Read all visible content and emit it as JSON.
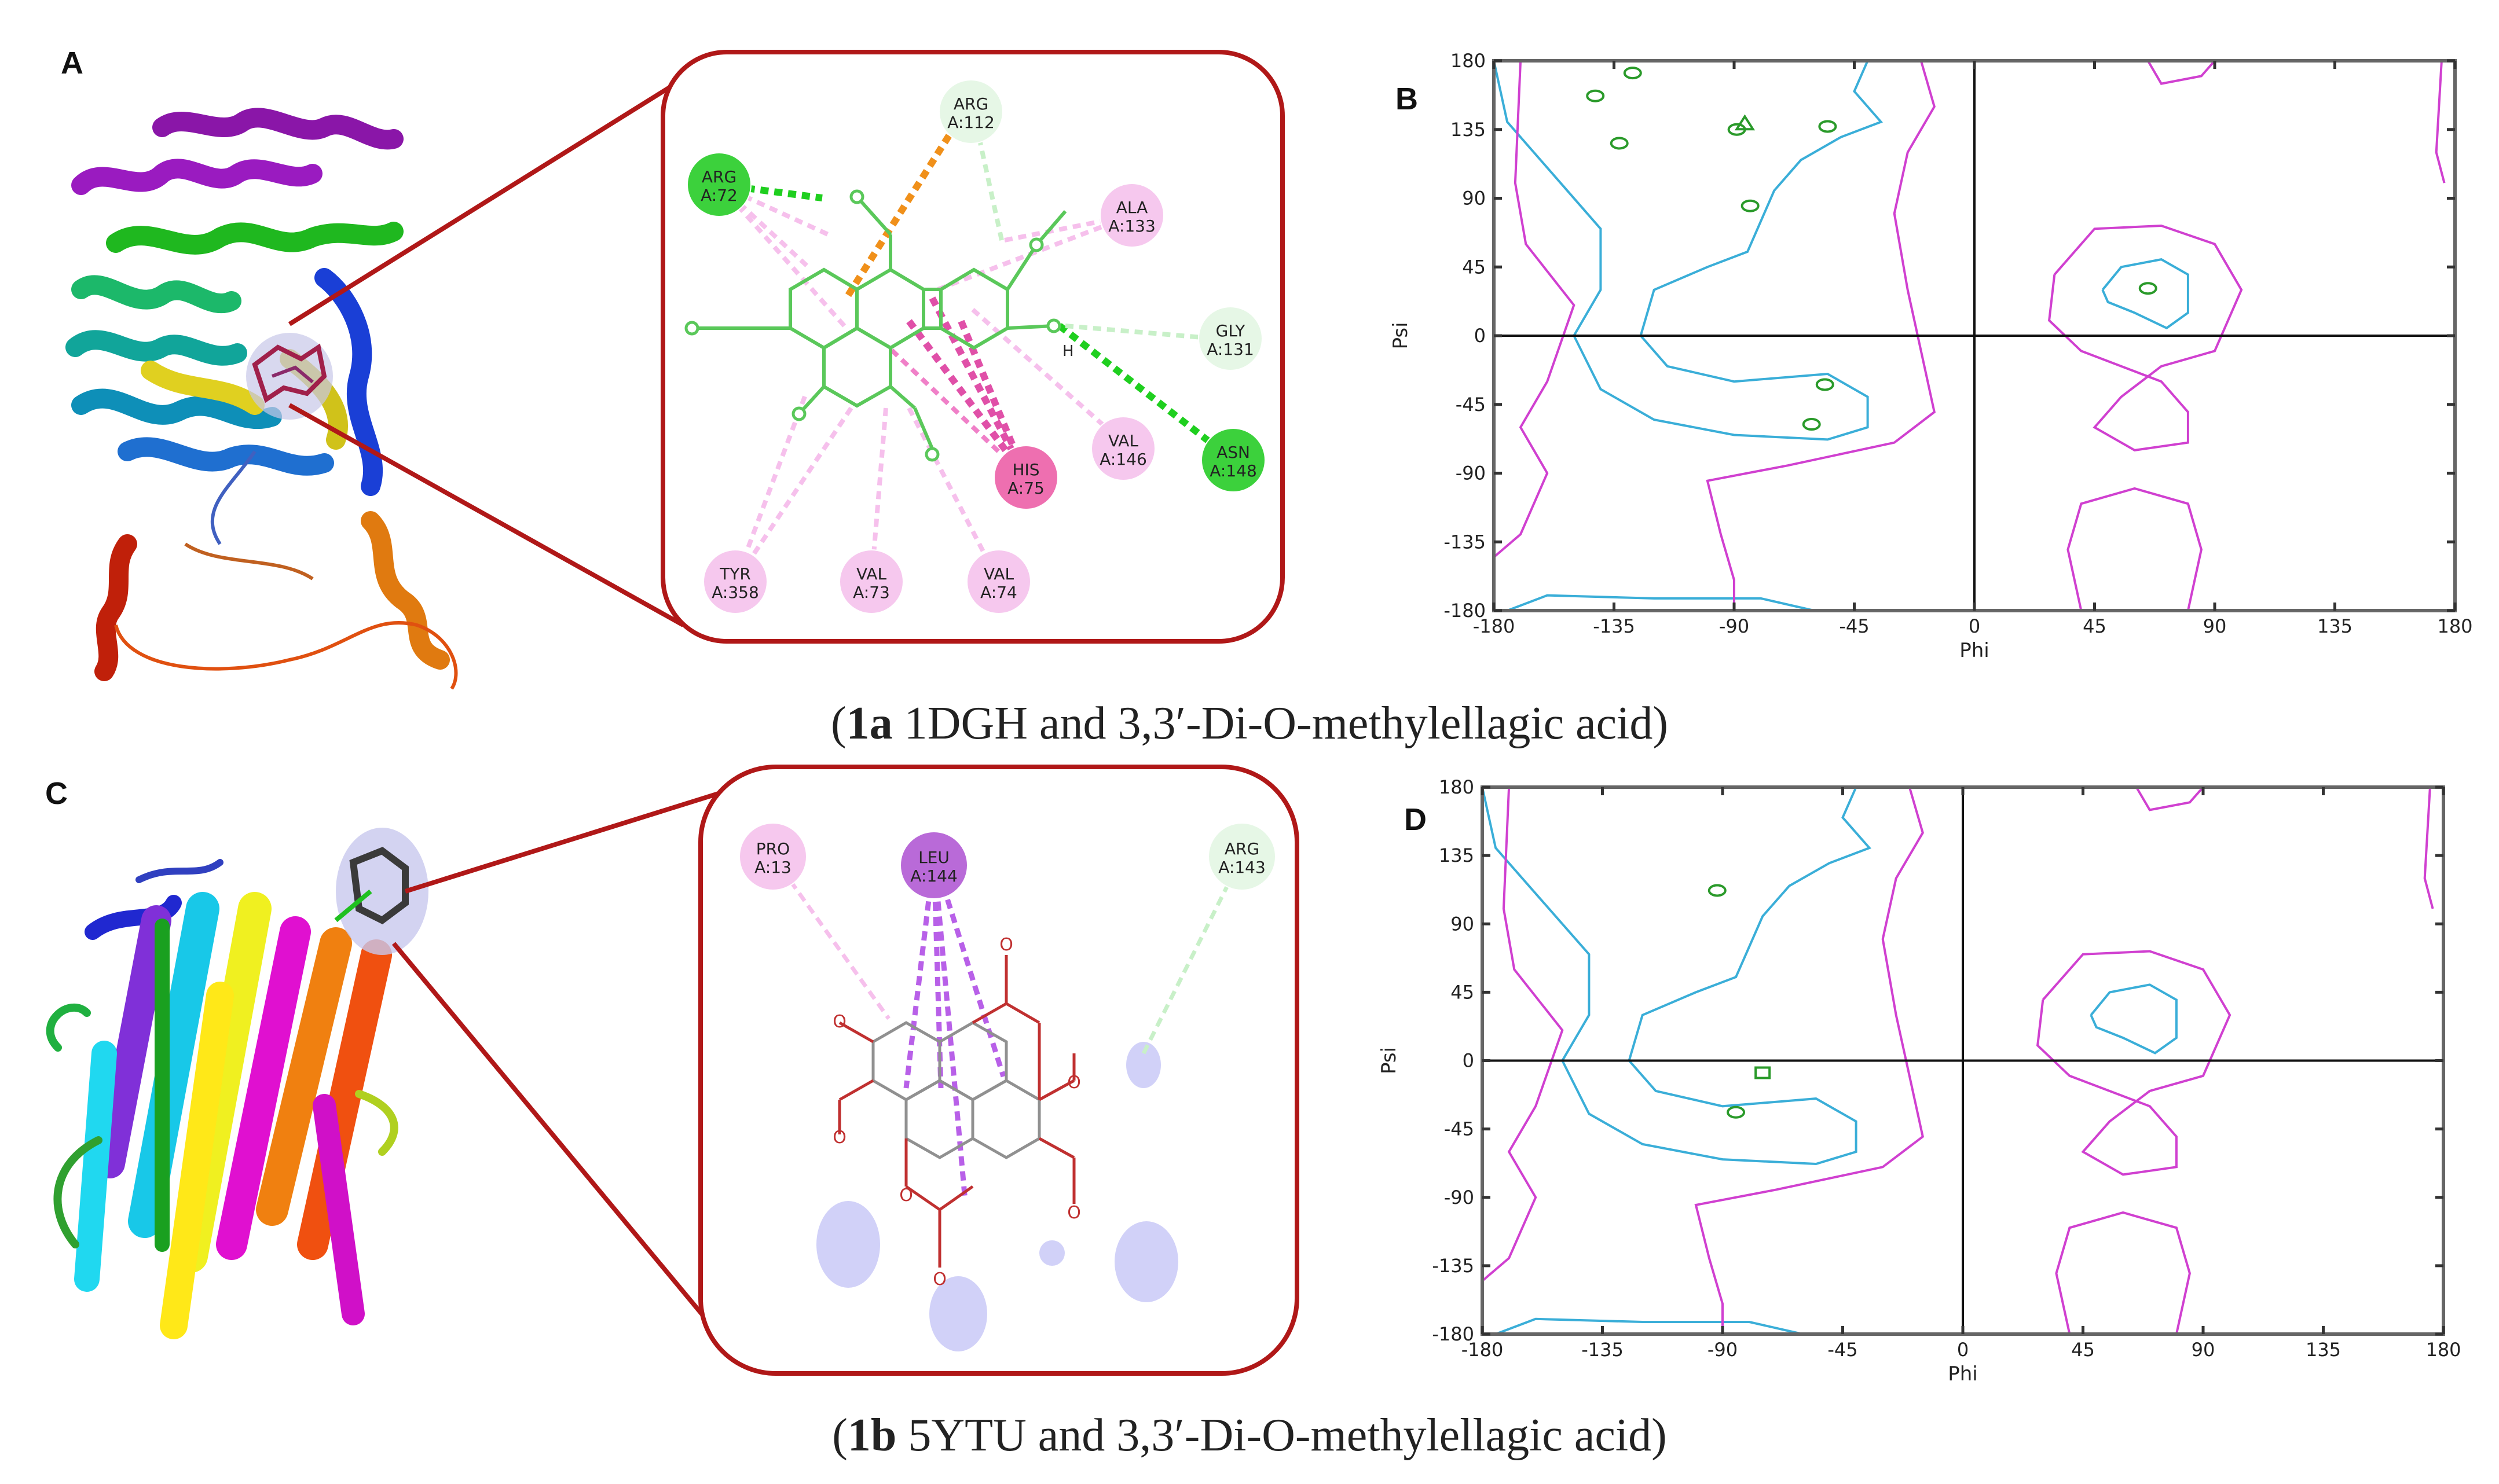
{
  "figure": {
    "captions": [
      {
        "bold": "1a",
        "text": " 1DGH and 3,3′-Di-O-methylellagic acid"
      },
      {
        "bold": "1b",
        "text": " 5YTU and 3,3′-Di-O-methylellagic acid"
      }
    ],
    "panel_letters": [
      "A",
      "B",
      "C",
      "D"
    ],
    "interactions_top": [
      {
        "res": "ARG",
        "chain": "A:112",
        "color": "#e6f7e6"
      },
      {
        "res": "ARG",
        "chain": "A:72",
        "color": "#3cd13c"
      },
      {
        "res": "ALA",
        "chain": "A:133",
        "color": "#f6c8ee"
      },
      {
        "res": "GLY",
        "chain": "A:131",
        "color": "#e6f7e6"
      },
      {
        "res": "VAL",
        "chain": "A:146",
        "color": "#f6c8ee"
      },
      {
        "res": "ASN",
        "chain": "A:148",
        "color": "#3cd13c"
      },
      {
        "res": "HIS",
        "chain": "A:75",
        "color": "#ee6fb0"
      },
      {
        "res": "TYR",
        "chain": "A:358",
        "color": "#f6c8ee"
      },
      {
        "res": "VAL",
        "chain": "A:73",
        "color": "#f6c8ee"
      },
      {
        "res": "VAL",
        "chain": "A:74",
        "color": "#f6c8ee"
      }
    ],
    "hydrogen_label": "H",
    "interactions_bottom": [
      {
        "res": "PRO",
        "chain": "A:13",
        "color": "#f6c8ee"
      },
      {
        "res": "LEU",
        "chain": "A:144",
        "color": "#b96ad8"
      },
      {
        "res": "ARG",
        "chain": "A:143",
        "color": "#e6f7e6"
      }
    ]
  },
  "chart_data": [
    {
      "type": "scatter",
      "panel": "B",
      "title": "",
      "xlabel": "Phi",
      "ylabel": "Psi",
      "xlim": [
        -180,
        180
      ],
      "ylim": [
        -180,
        180
      ],
      "xticks": [
        "-180",
        "-135",
        "-90",
        "-45",
        "0",
        "45",
        "90",
        "135",
        "180"
      ],
      "yticks": [
        "180",
        "135",
        "90",
        "45",
        "0",
        "-45",
        "-90",
        "-135",
        "-180"
      ],
      "points": [
        {
          "phi": -128,
          "psi": 172,
          "marker": "circle"
        },
        {
          "phi": -142,
          "psi": 157,
          "marker": "circle"
        },
        {
          "phi": -133,
          "psi": 126,
          "marker": "circle"
        },
        {
          "phi": -89,
          "psi": 135,
          "marker": "circle"
        },
        {
          "phi": -86,
          "psi": 139,
          "marker": "triangle"
        },
        {
          "phi": -55,
          "psi": 137,
          "marker": "circle"
        },
        {
          "phi": -84,
          "psi": 85,
          "marker": "circle"
        },
        {
          "phi": 65,
          "psi": 31,
          "marker": "circle"
        },
        {
          "phi": -56,
          "psi": -32,
          "marker": "circle"
        },
        {
          "phi": -61,
          "psi": -58,
          "marker": "circle"
        }
      ]
    },
    {
      "type": "scatter",
      "panel": "D",
      "title": "",
      "xlabel": "Phi",
      "ylabel": "Psi",
      "xlim": [
        -180,
        180
      ],
      "ylim": [
        -180,
        180
      ],
      "xticks": [
        "-180",
        "-135",
        "-90",
        "-45",
        "0",
        "45",
        "90",
        "135",
        "180"
      ],
      "yticks": [
        "180",
        "135",
        "90",
        "45",
        "0",
        "-45",
        "-90",
        "-135",
        "-180"
      ],
      "points": [
        {
          "phi": -92,
          "psi": 112,
          "marker": "circle"
        },
        {
          "phi": -75,
          "psi": -8,
          "marker": "square"
        },
        {
          "phi": -85,
          "psi": -34,
          "marker": "circle"
        }
      ]
    }
  ]
}
